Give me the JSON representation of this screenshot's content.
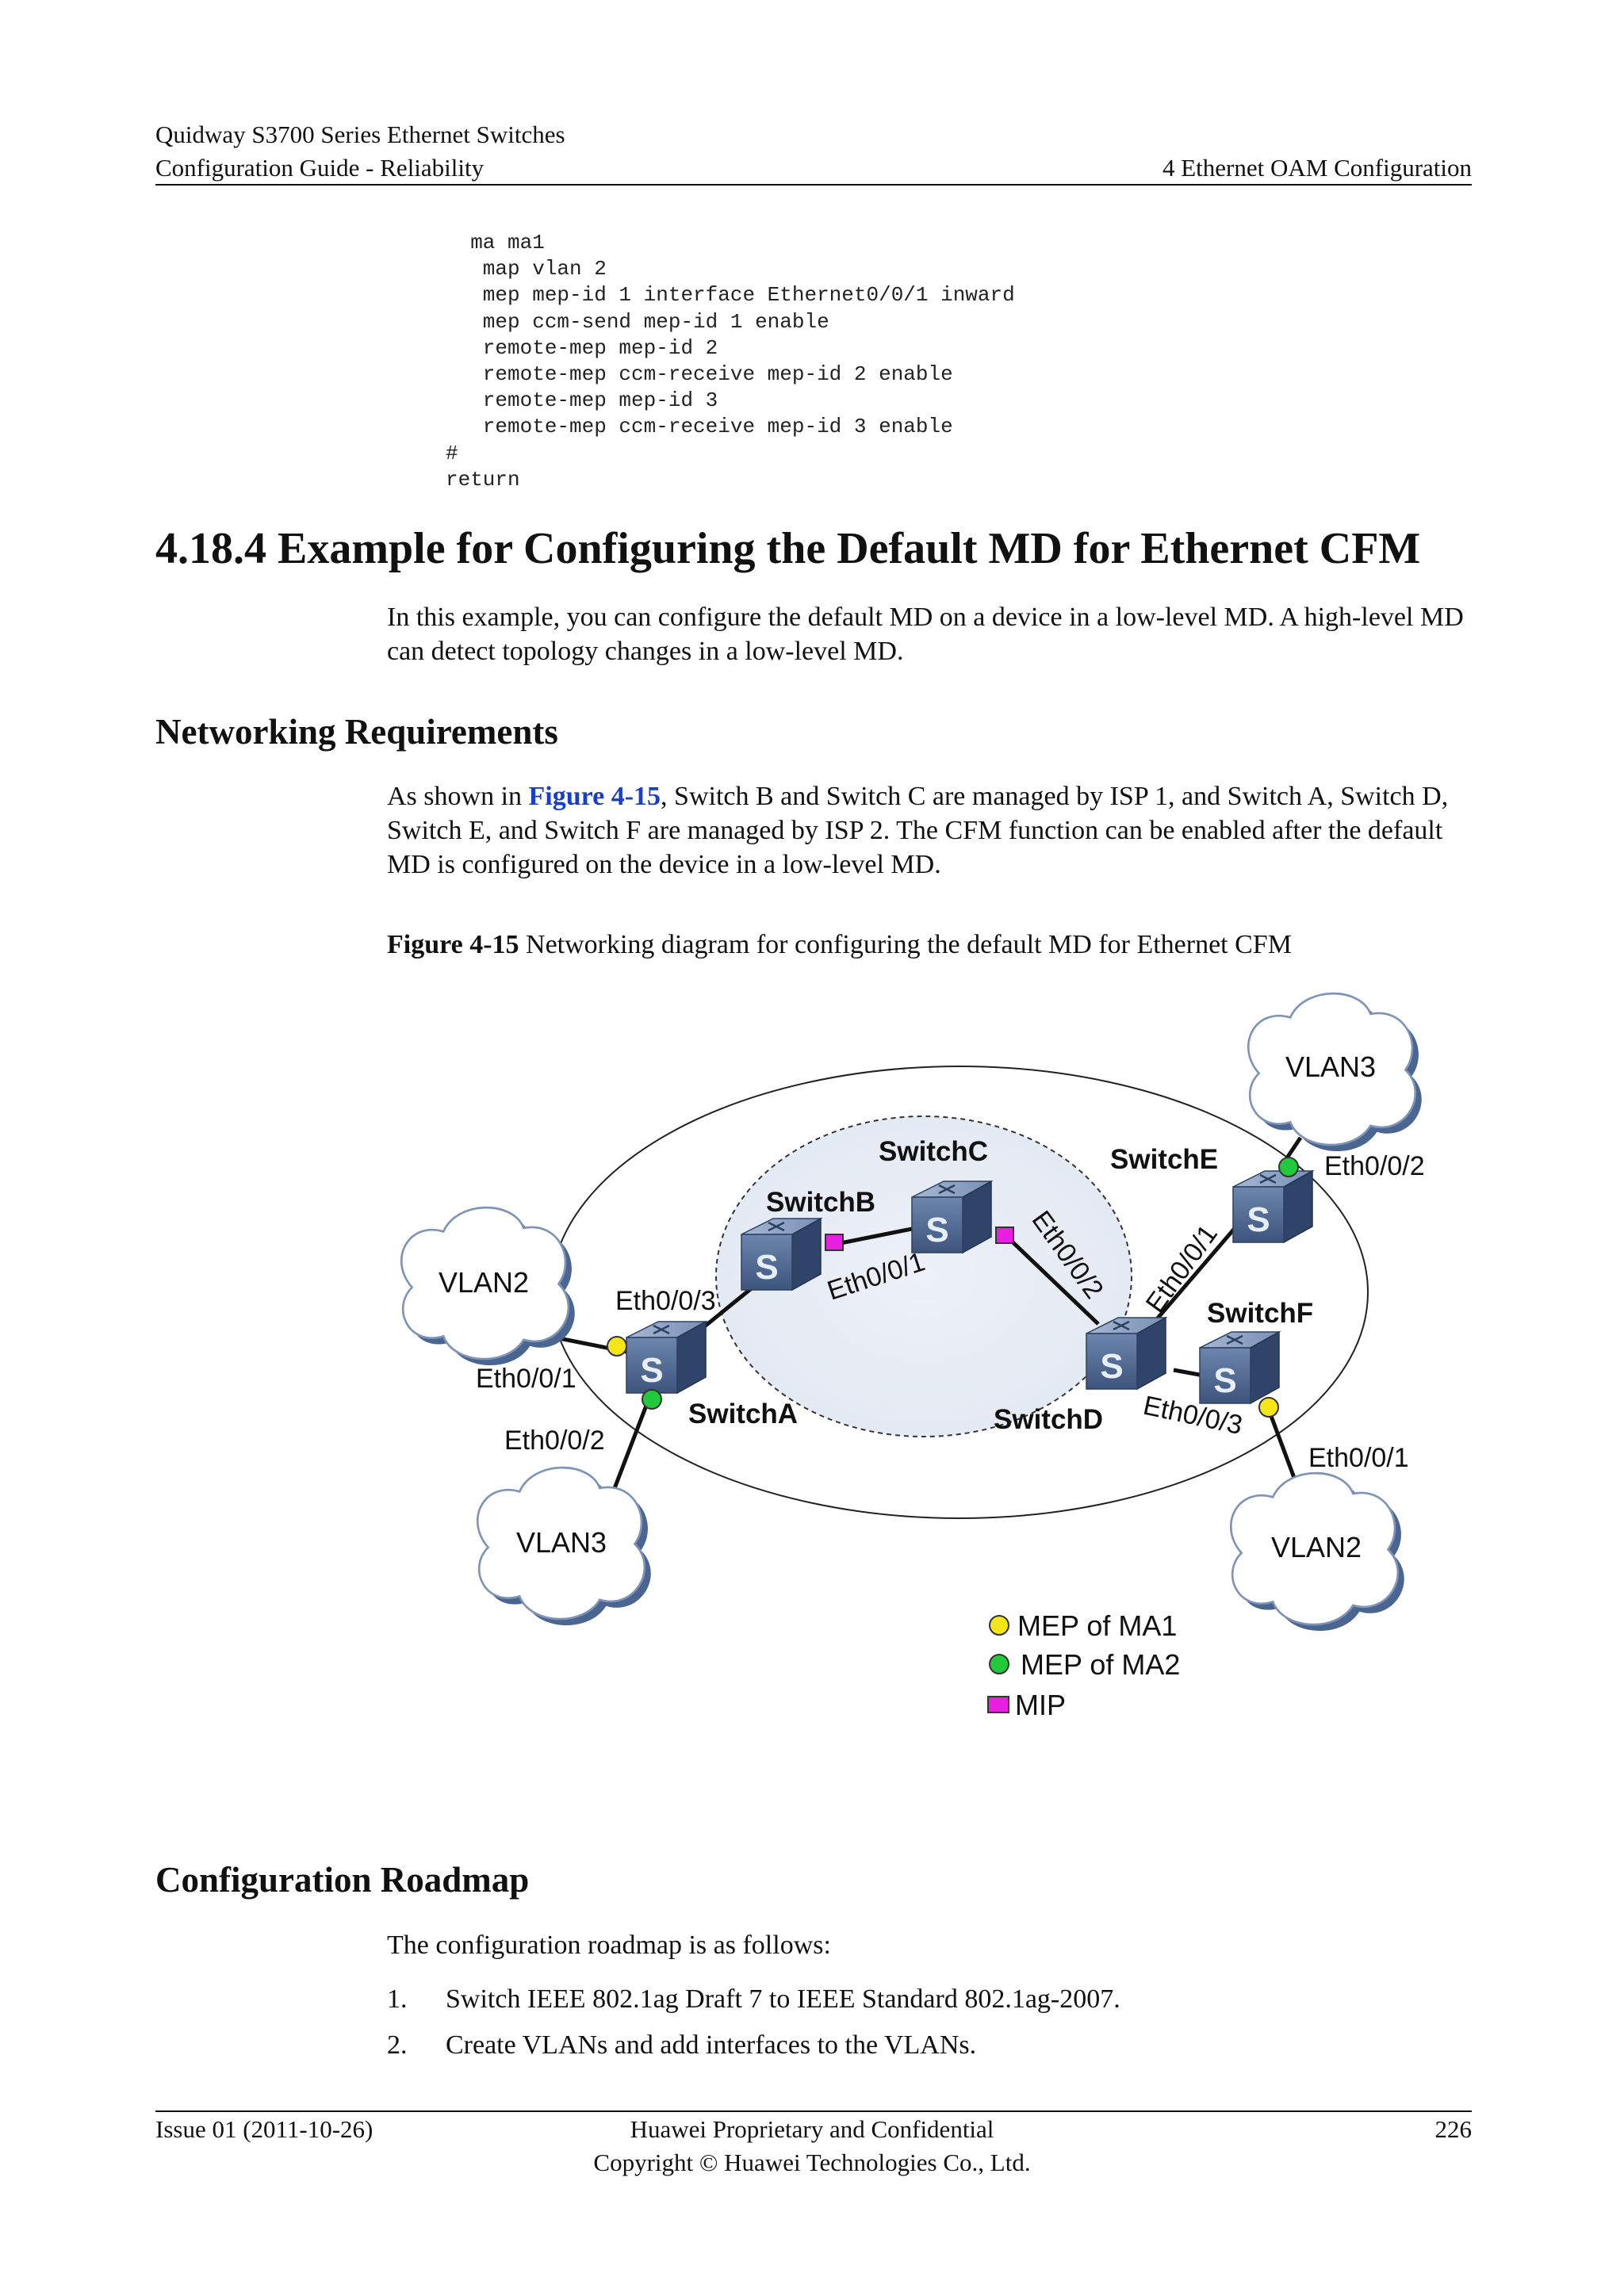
{
  "header": {
    "left_line1": "Quidway S3700 Series Ethernet Switches",
    "left_line2": "Configuration Guide - Reliability",
    "right": "4 Ethernet OAM Configuration"
  },
  "code_block": [
    "  ma ma1",
    "   map vlan 2",
    "   mep mep-id 1 interface Ethernet0/0/1 inward",
    "   mep ccm-send mep-id 1 enable",
    "   remote-mep mep-id 2",
    "   remote-mep ccm-receive mep-id 2 enable",
    "   remote-mep mep-id 3",
    "   remote-mep ccm-receive mep-id 3 enable",
    "#",
    "return"
  ],
  "section": {
    "title": "4.18.4 Example for Configuring the Default MD for Ethernet CFM",
    "intro": "In this example, you can configure the default MD on a device in a low-level MD. A high-level MD can detect topology changes in a low-level MD."
  },
  "networking": {
    "heading": "Networking Requirements",
    "text_before": "As shown in ",
    "link": "Figure 4-15",
    "text_after": ", Switch B and Switch C are managed by ISP 1, and Switch A, Switch D, Switch E, and Switch F are managed by ISP 2. The CFM function can be enabled after the default MD is configured on the device in a low-level MD."
  },
  "figure": {
    "caption_label": "Figure 4-15",
    "caption_text": " Networking diagram for configuring the default MD for Ethernet CFM",
    "clouds": {
      "vlan3_top": "VLAN3",
      "vlan2_left": "VLAN2",
      "vlan3_bottom": "VLAN3",
      "vlan2_right": "VLAN2"
    },
    "switches": {
      "a": "SwitchA",
      "b": "SwitchB",
      "c": "SwitchC",
      "d": "SwitchD",
      "e": "SwitchE",
      "f": "SwitchF",
      "glyph": "S"
    },
    "ports": {
      "a_eth001": "Eth0/0/1",
      "a_eth002": "Eth0/0/2",
      "a_eth003": "Eth0/0/3",
      "b_eth001": "Eth0/0/1",
      "c_eth002": "Eth0/0/2",
      "d_eth001": "Eth0/0/1",
      "e_eth002": "Eth0/0/2",
      "f_eth003": "Eth0/0/3",
      "f_eth001": "Eth0/0/1"
    },
    "legend": {
      "mep_ma1": "MEP of MA1",
      "mep_ma2": "MEP of MA2",
      "mip": "MIP"
    },
    "colors": {
      "mep_ma1": "#f5e61a",
      "mep_ma2": "#22c93a",
      "mip": "#e81ee0",
      "switch": "#4f6b94",
      "cloud_border": "#4a6590"
    }
  },
  "roadmap": {
    "heading": "Configuration Roadmap",
    "intro": "The configuration roadmap is as follows:",
    "steps": [
      {
        "num": "1.",
        "text": "Switch IEEE 802.1ag Draft 7 to IEEE Standard 802.1ag-2007."
      },
      {
        "num": "2.",
        "text": "Create VLANs and add interfaces to the VLANs."
      }
    ]
  },
  "footer": {
    "issue": "Issue 01 (2011-10-26)",
    "center_line1": "Huawei Proprietary and Confidential",
    "center_line2": "Copyright © Huawei Technologies Co., Ltd.",
    "page": "226"
  }
}
